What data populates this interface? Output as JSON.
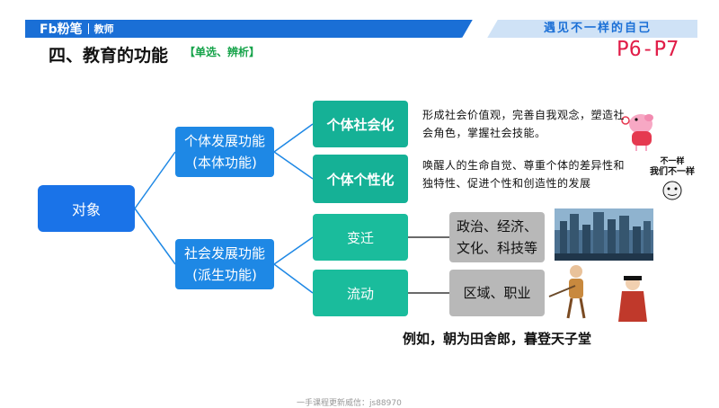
{
  "header": {
    "logo_text": "Fb粉笔",
    "logo_sub": "教师",
    "slogan": "遇见不一样的自己"
  },
  "title": "四、教育的功能",
  "tag": "【单选、辨析】",
  "pages": "P6-P7",
  "diagram": {
    "root": "对象",
    "individual": {
      "line1": "个体发展功能",
      "line2": "(本体功能)"
    },
    "social": {
      "line1": "社会发展功能",
      "line2": "(派生功能)"
    },
    "socialization": "个体社会化",
    "individualization": "个体个性化",
    "change": "变迁",
    "mobility": "流动",
    "change_items": {
      "line1": "政治、经济、",
      "line2": "文化、科技等"
    },
    "mobility_items": "区域、职业",
    "desc_socialization": "形成社会价值观，完善自我观念，塑造社会角色，掌握社会技能。",
    "desc_individualization": "唤醒人的生命自觉、尊重个体的差异性和独特性、促进个性和创造性的发展"
  },
  "meme": {
    "line1": "不一样",
    "line2": "我们不一样"
  },
  "example": "例如，朝为田舍郎，暮登天子堂",
  "footer": "一手课程更新威信：js88970",
  "colors": {
    "brand": "#1a6fd6",
    "teal": "#1abc9c",
    "gray": "#b8b8b8",
    "pages": "#e11d48",
    "tag": "#16a34a"
  }
}
